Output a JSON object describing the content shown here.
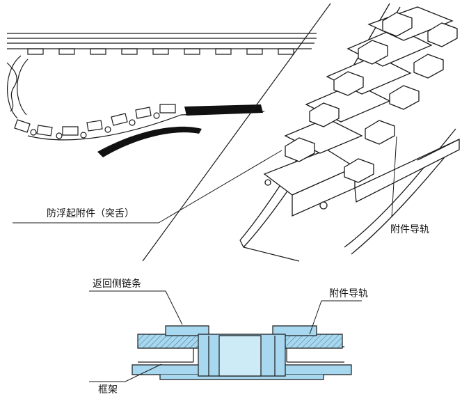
{
  "labels": {
    "anti_lift_attachment": "防浮起附件（突舌）",
    "attachment_guide_rail_top": "附件导轨",
    "return_side_chain": "返回侧链条",
    "attachment_guide_rail_bottom": "附件导轨",
    "frame": "框架"
  },
  "colors": {
    "line": "#1a1a1a",
    "section_fill": "#a8d8f0",
    "rail_dark": "#111111"
  }
}
